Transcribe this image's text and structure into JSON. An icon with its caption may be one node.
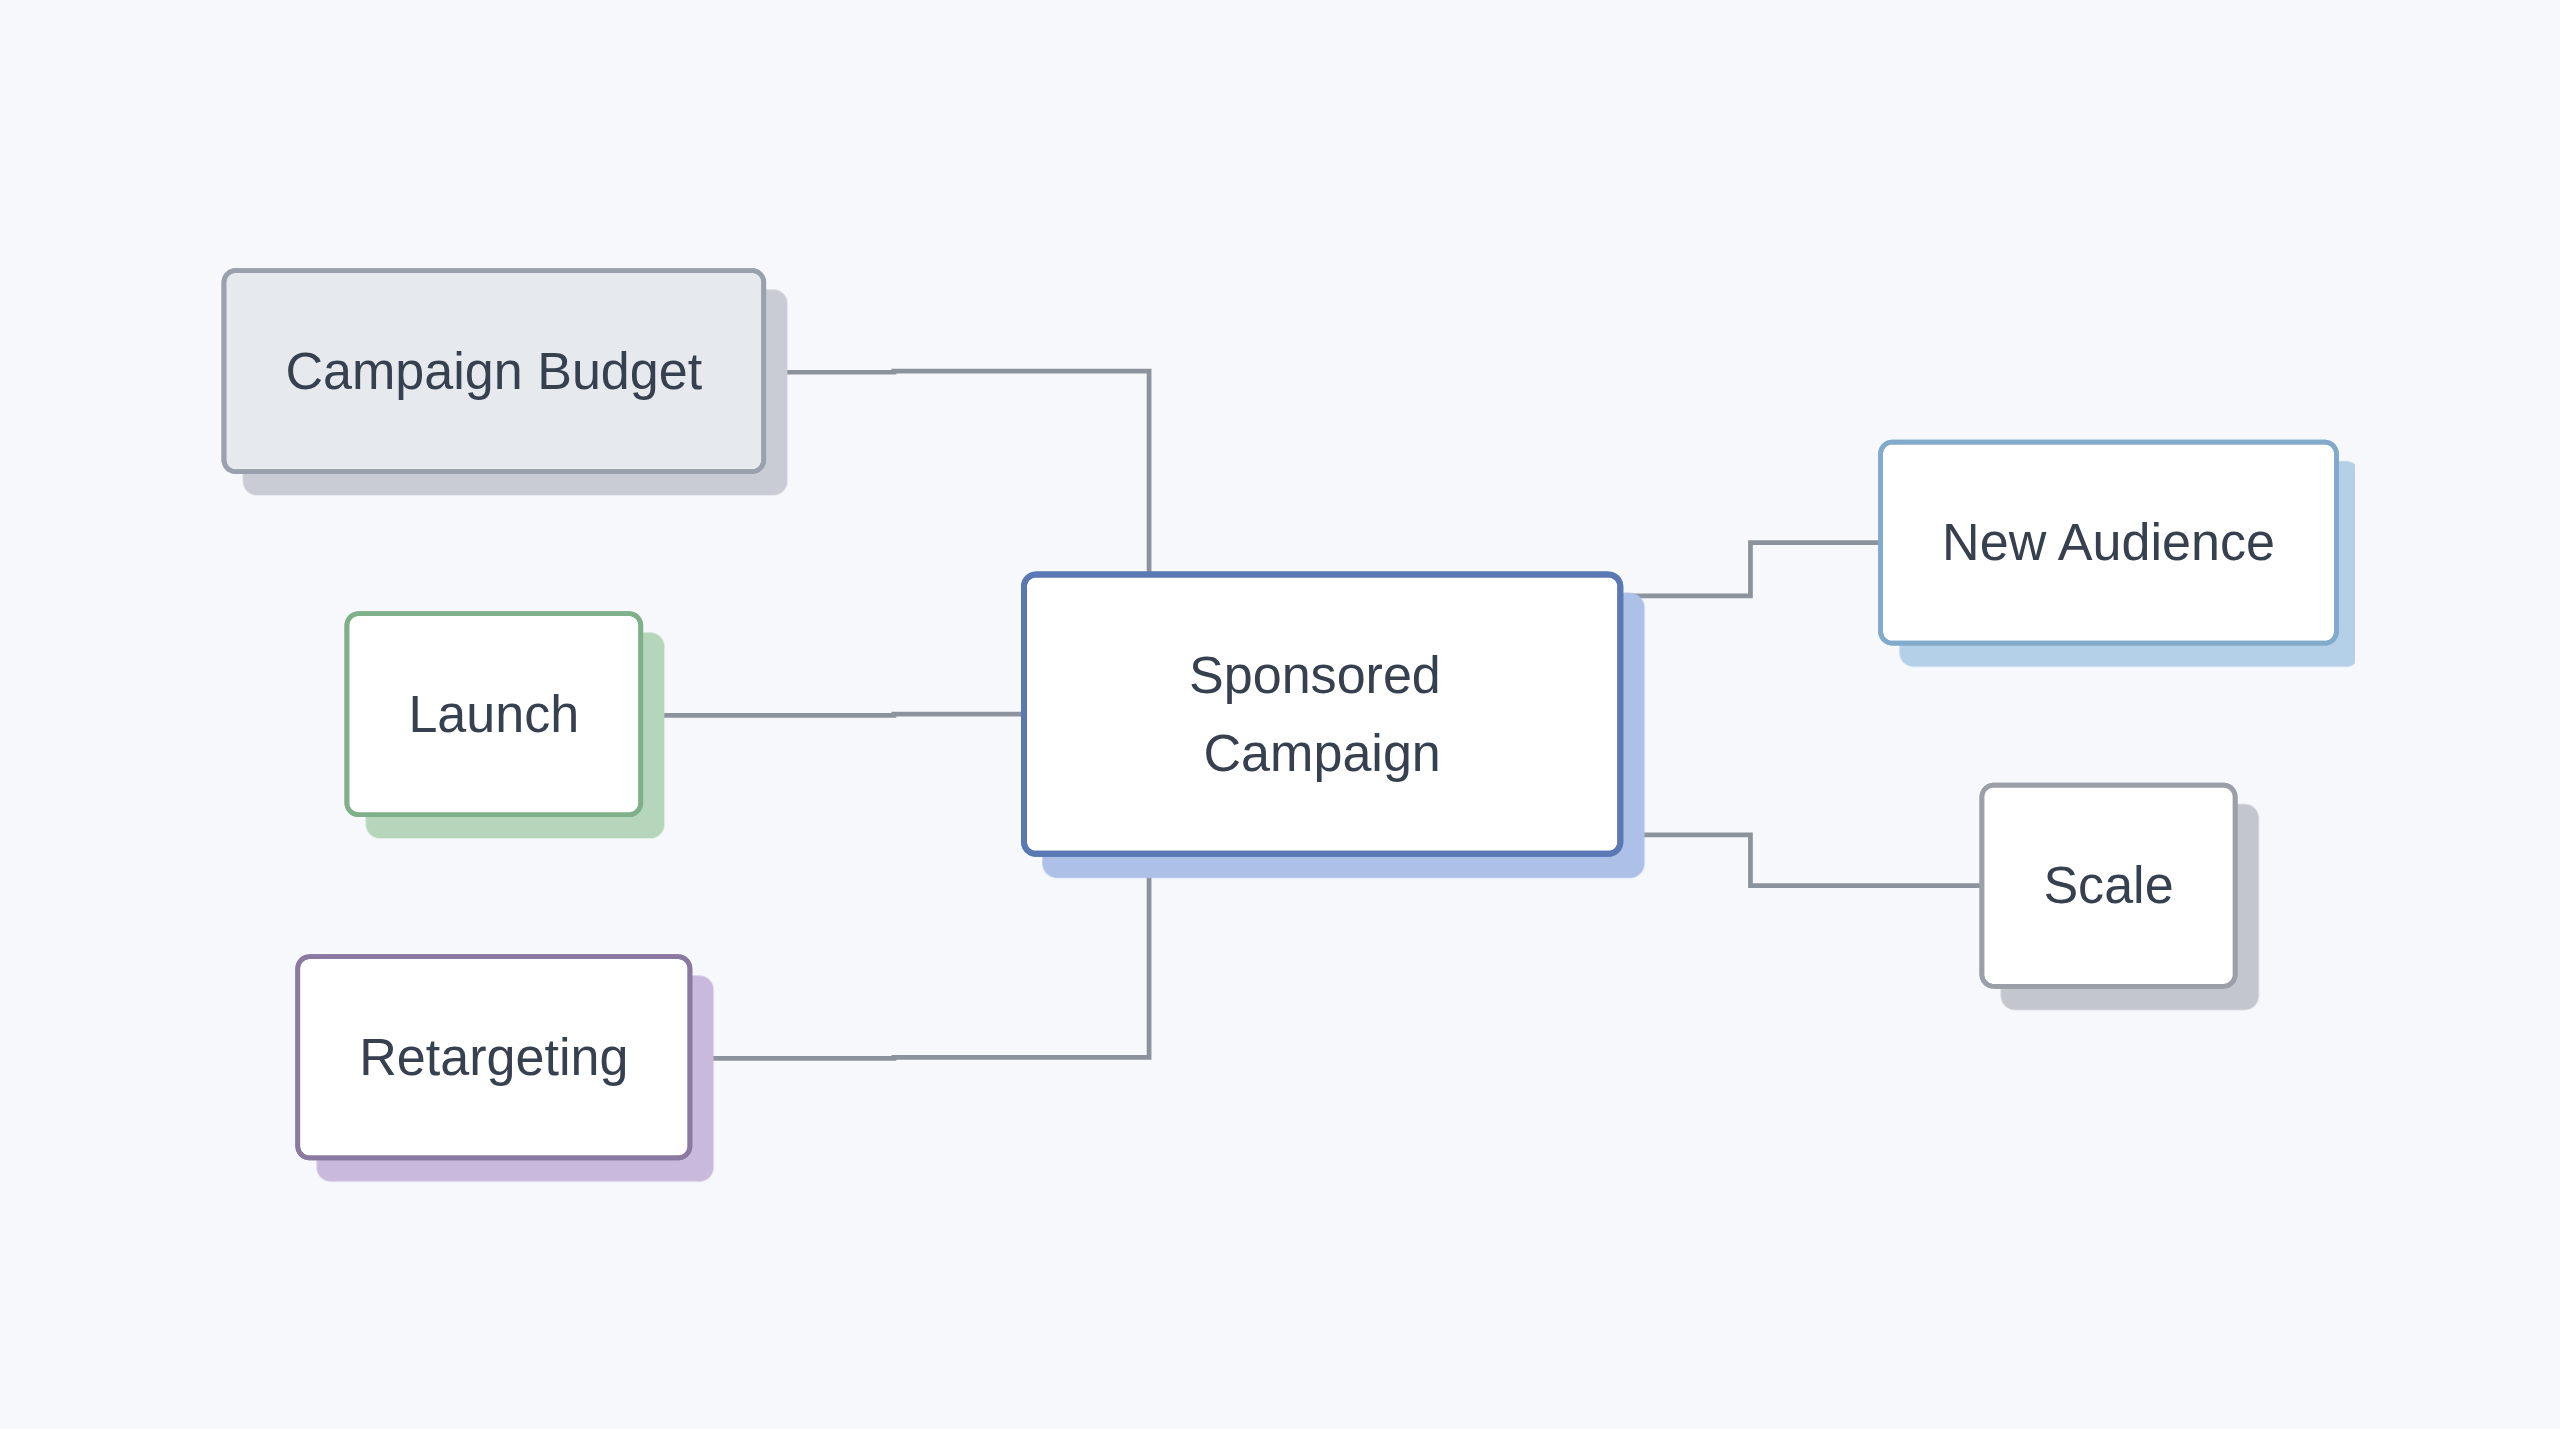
{
  "diagram": {
    "nodes": [
      {
        "text": [
          "Campaign Budget"
        ]
      },
      {
        "text": [
          "Launch"
        ]
      },
      {
        "text": [
          "New Audience"
        ]
      },
      {
        "text": [
          "Sponsored Campaign"
        ]
      },
      {
        "text": [
          "Retargeting"
        ]
      },
      {
        "text": [
          "Scale"
        ]
      }
    ],
    "edges": [
      {
        "from": 0,
        "to": 3,
        "arrow": "none"
      },
      {
        "from": 1,
        "to": 3,
        "arrow": "none"
      },
      {
        "from": 3,
        "to": 2,
        "arrow": "none"
      },
      {
        "from": 4,
        "to": 3,
        "arrow": "none"
      },
      {
        "from": 3,
        "to": 5,
        "arrow": "none"
      }
    ]
  }
}
